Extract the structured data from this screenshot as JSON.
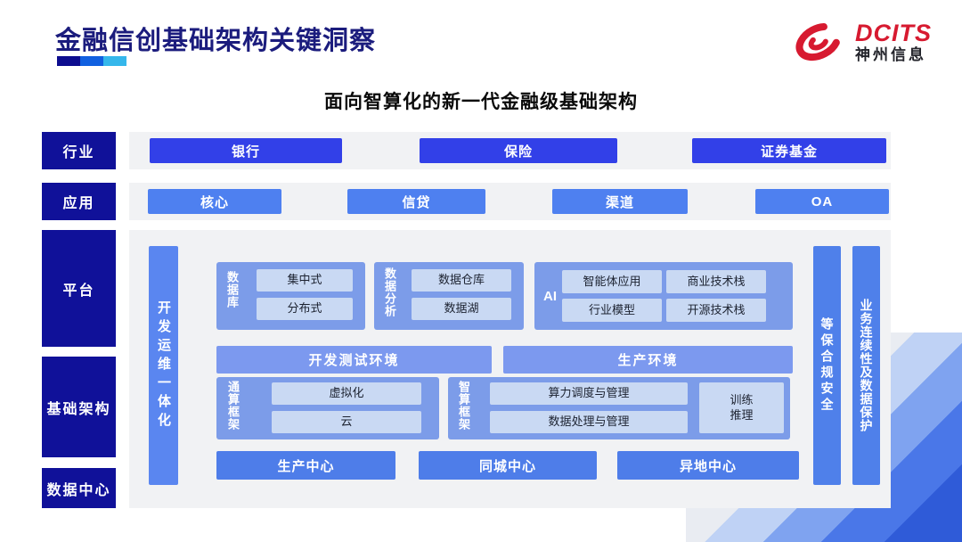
{
  "header": {
    "title": "金融信创基础架构关键洞察",
    "logo": {
      "brand": "DCITS",
      "company": "神州信息"
    }
  },
  "subtitle": "面向智算化的新一代金融级基础架构",
  "diagram": {
    "row_labels": [
      "行业",
      "应用",
      "平台",
      "基础架构",
      "数据中心"
    ],
    "industry": [
      "银行",
      "保险",
      "证券基金"
    ],
    "application": [
      "核心",
      "信贷",
      "渠道",
      "OA"
    ],
    "devops_bar": "开发运维一体化",
    "security_bar": "等保合规安全",
    "continuity_bar": "业务连续性及数据保护",
    "groups": {
      "database": {
        "label": "数据库",
        "items": [
          "集中式",
          "分布式"
        ]
      },
      "analytics": {
        "label": "数据分析",
        "items": [
          "数据仓库",
          "数据湖"
        ]
      },
      "ai": {
        "label": "AI",
        "items": [
          "智能体应用",
          "商业技术栈",
          "行业模型",
          "开源技术栈"
        ]
      },
      "general_compute": {
        "label": "通算框架",
        "items": [
          "虚拟化",
          "云"
        ]
      },
      "ai_compute": {
        "label": "智算框架",
        "items": [
          "算力调度与管理",
          "数据处理与管理"
        ],
        "side": "训练\n推理"
      }
    },
    "environments": [
      "开发测试环境",
      "生产环境"
    ],
    "centers": [
      "生产中心",
      "同城中心",
      "异地中心"
    ]
  },
  "colors": {
    "navy_label": "#101199",
    "industry_pill": "#3240e8",
    "application_pill": "#4e80f0",
    "group_box": "#7c9ce9",
    "inner_box": "#c9d9f3",
    "env_bar": "#7c99ef",
    "center_pill": "#4e7de9",
    "devops_bar": "#5a86f0",
    "side_bar": "#4f80ea",
    "band": "#f1f2f4",
    "title": "#1b1c7d",
    "logo_red": "#d71a30",
    "underline": [
      "#0d0d8f",
      "#1160e0",
      "#35b7eb"
    ]
  }
}
